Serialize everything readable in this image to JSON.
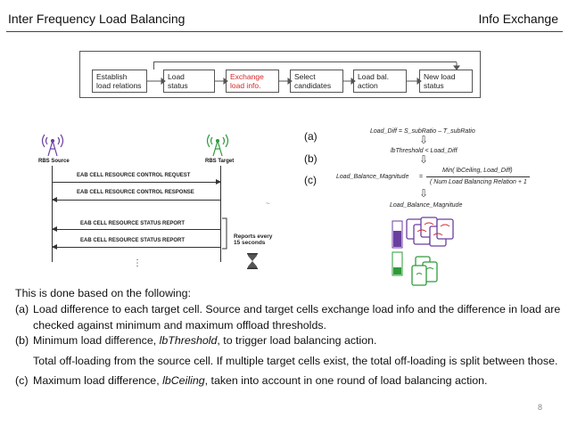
{
  "header": {
    "title": "Inter Frequency Load Balancing",
    "section": "Info Exchange"
  },
  "flow": {
    "steps": [
      {
        "label": "Establish\nload relations",
        "highlight": false
      },
      {
        "label": "Load\nstatus",
        "highlight": false
      },
      {
        "label": "Exchange\nload info.",
        "highlight": true
      },
      {
        "label": "Select\ncandidates",
        "highlight": false
      },
      {
        "label": "Load bal.\naction",
        "highlight": false
      },
      {
        "label": "New load\nstatus",
        "highlight": false
      }
    ],
    "highlight_color": "#d62a2a"
  },
  "sequence": {
    "source_label": "RBS Source",
    "target_label": "RBS Target",
    "messages": [
      {
        "text": "EAB CELL RESOURCE CONTROL REQUEST",
        "direction": "right"
      },
      {
        "text": "EAB CELL RESOURCE CONTROL RESPONSE",
        "direction": "left"
      },
      {
        "text": "EAB CELL RESOURCE STATUS REPORT",
        "direction": "left"
      },
      {
        "text": "EAB CELL RESOURCE STATUS REPORT",
        "direction": "left"
      }
    ],
    "reports_note": "Reports every\n15 seconds",
    "ellipsis": "⋮"
  },
  "formulas": {
    "markers": [
      "(a)",
      "(b)",
      "(c)"
    ],
    "diff": "Load_Diff = S_subRatio – T_subRatio",
    "threshold": "lbThreshold < Load_Diff",
    "magnitude_lhs": "Load_Balance_Magnitude",
    "equals": "=",
    "numerator": "Min( lbCeiling, Load_Diff)",
    "denominator": "( Num Load Balancing Relation + 1",
    "result": "Load_Balance_Magnitude",
    "purple": "#6a3fa0",
    "green": "#2e9a3a"
  },
  "body": {
    "intro": "This is done based on the following:",
    "a_label": "(a)",
    "a_text": "Load difference to each target cell. Source and target cells exchange load info and the difference in load are checked against minimum and maximum offload thresholds.",
    "b_label": "(b)",
    "b_text_1": "Minimum load difference, ",
    "b_term": "lbThreshold",
    "b_text_2": ", to trigger load balancing action.",
    "b_extra": "Total off-loading from the source cell. If multiple target cells exist, the total off-loading is split between those.",
    "c_label": "(c)",
    "c_text_1": "Maximum load difference, ",
    "c_term": "lbCeiling",
    "c_text_2": ", taken into account in one round of load balancing action."
  },
  "page_number": "8"
}
